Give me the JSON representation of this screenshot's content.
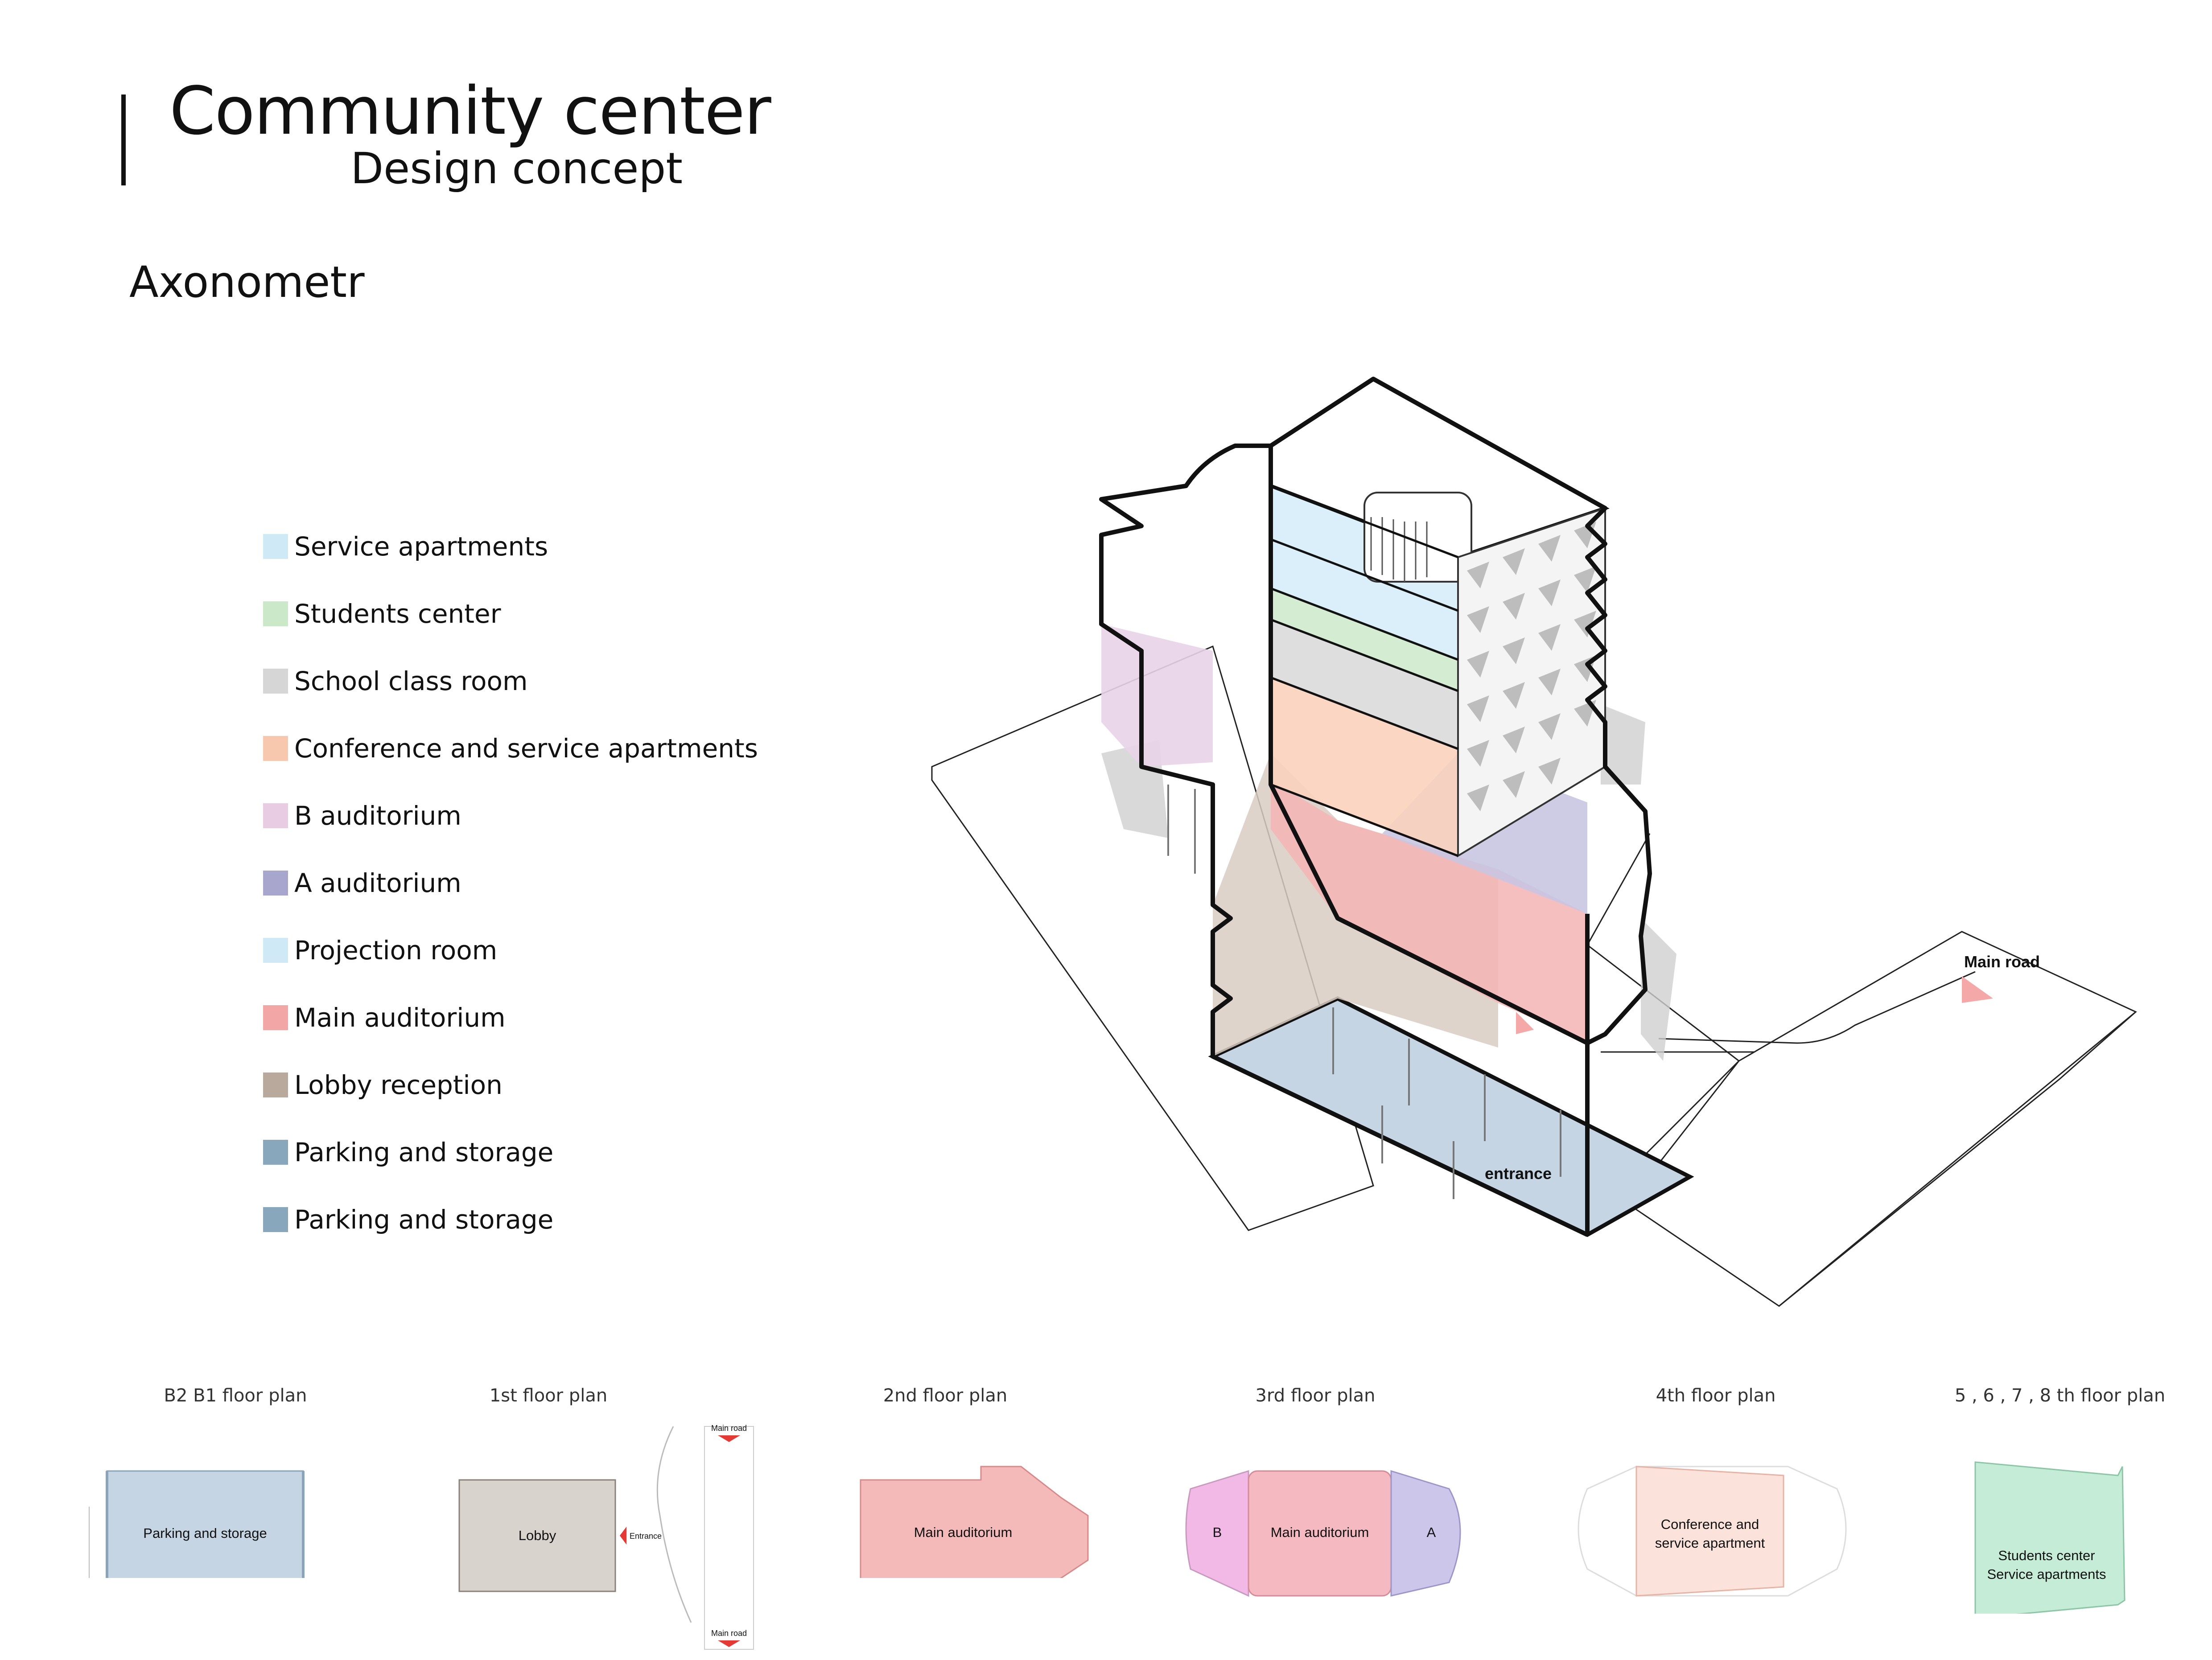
{
  "header": {
    "title": "Community center",
    "subtitle": "Design concept",
    "section": "Axonometr"
  },
  "legend": [
    {
      "label": "Service apartments",
      "color": "#cfe9f7"
    },
    {
      "label": "Students center",
      "color": "#cbe9c9"
    },
    {
      "label": "School class room",
      "color": "#d6d6d6"
    },
    {
      "label": "Conference and service apartments",
      "color": "#f8c8ae"
    },
    {
      "label": "B auditorium",
      "color": "#e8cce4"
    },
    {
      "label": "A auditorium",
      "color": "#a8a6cc"
    },
    {
      "label": "Projection room",
      "color": "#cfe9f7"
    },
    {
      "label": "Main auditorium",
      "color": "#f2a6a6"
    },
    {
      "label": "Lobby reception",
      "color": "#b8a99c"
    },
    {
      "label": "Parking and storage",
      "color": "#88a7bd"
    },
    {
      "label": "Parking and storage",
      "color": "#88a7bd"
    }
  ],
  "axonometric": {
    "main_road_label": "Main road",
    "entrance_label": "entrance"
  },
  "plans": [
    {
      "title": "B2 B1 floor plan",
      "labels": [
        "Parking and storage"
      ]
    },
    {
      "title": "1st  floor plan",
      "labels": [
        "Lobby",
        "Entrance",
        "Main road",
        "Main road"
      ]
    },
    {
      "title": "2nd floor plan",
      "labels": [
        "Main auditorium"
      ]
    },
    {
      "title": "3rd  floor plan",
      "labels": [
        "B",
        "Main auditorium",
        "A"
      ]
    },
    {
      "title": "4th floor plan",
      "labels": [
        "Conference and",
        "service apartment"
      ]
    },
    {
      "title": "5 , 6 , 7 , 8 th  floor plan",
      "labels": [
        "Students center",
        "Service apartments"
      ]
    }
  ]
}
